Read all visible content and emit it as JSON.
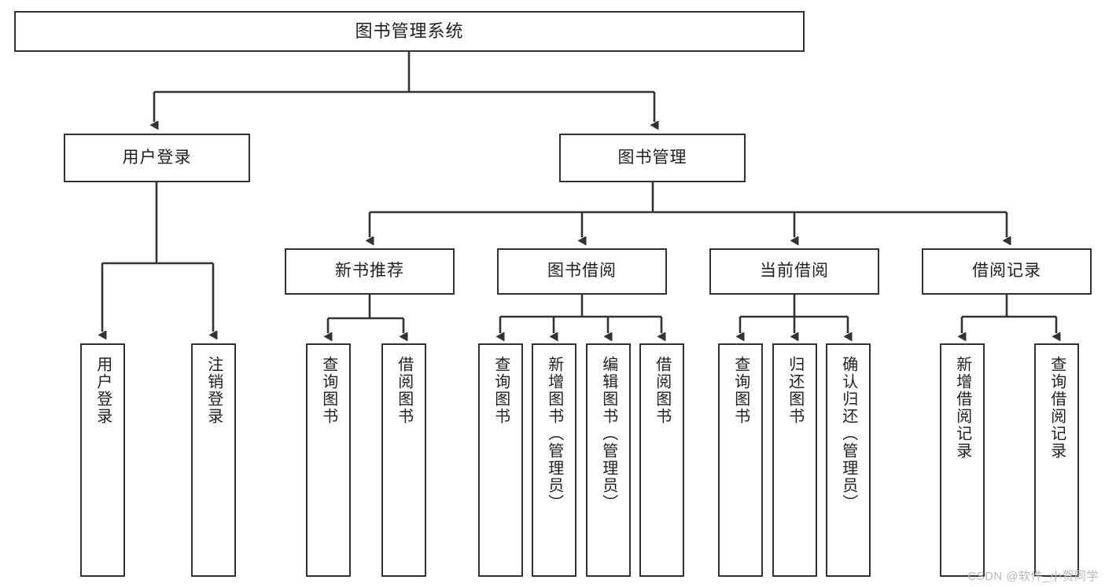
{
  "diagram": {
    "title": "图书管理系统",
    "type": "tree-hierarchy",
    "background_color": "#ffffff",
    "line_color": "#333333",
    "box_fill": "#ffffff"
  },
  "nodes": {
    "root": {
      "label": "图书管理系统"
    },
    "level2": [
      {
        "label": "用户登录"
      },
      {
        "label": "图书管理"
      }
    ],
    "level3": [
      {
        "label": "新书推荐"
      },
      {
        "label": "图书借阅"
      },
      {
        "label": "当前借阅"
      },
      {
        "label": "借阅记录"
      }
    ],
    "leaves": {
      "user_login": [
        {
          "label": "用户登录"
        },
        {
          "label": "注销登录"
        }
      ],
      "new_book_recommend": [
        {
          "label": "查询图书"
        },
        {
          "label": "借阅图书"
        }
      ],
      "book_borrow": [
        {
          "label": "查询图书"
        },
        {
          "label": "新增图书（管理员）"
        },
        {
          "label": "编辑图书（管理员）"
        },
        {
          "label": "借阅图书"
        }
      ],
      "current_borrow": [
        {
          "label": "查询图书"
        },
        {
          "label": "归还图书"
        },
        {
          "label": "确认归还（管理员）"
        }
      ],
      "borrow_records": [
        {
          "label": "新增借阅记录"
        },
        {
          "label": "查询借阅记录"
        }
      ]
    }
  },
  "watermark": {
    "text": "CSDN @软件_小贺同学",
    "color": "#b9b9b9"
  }
}
